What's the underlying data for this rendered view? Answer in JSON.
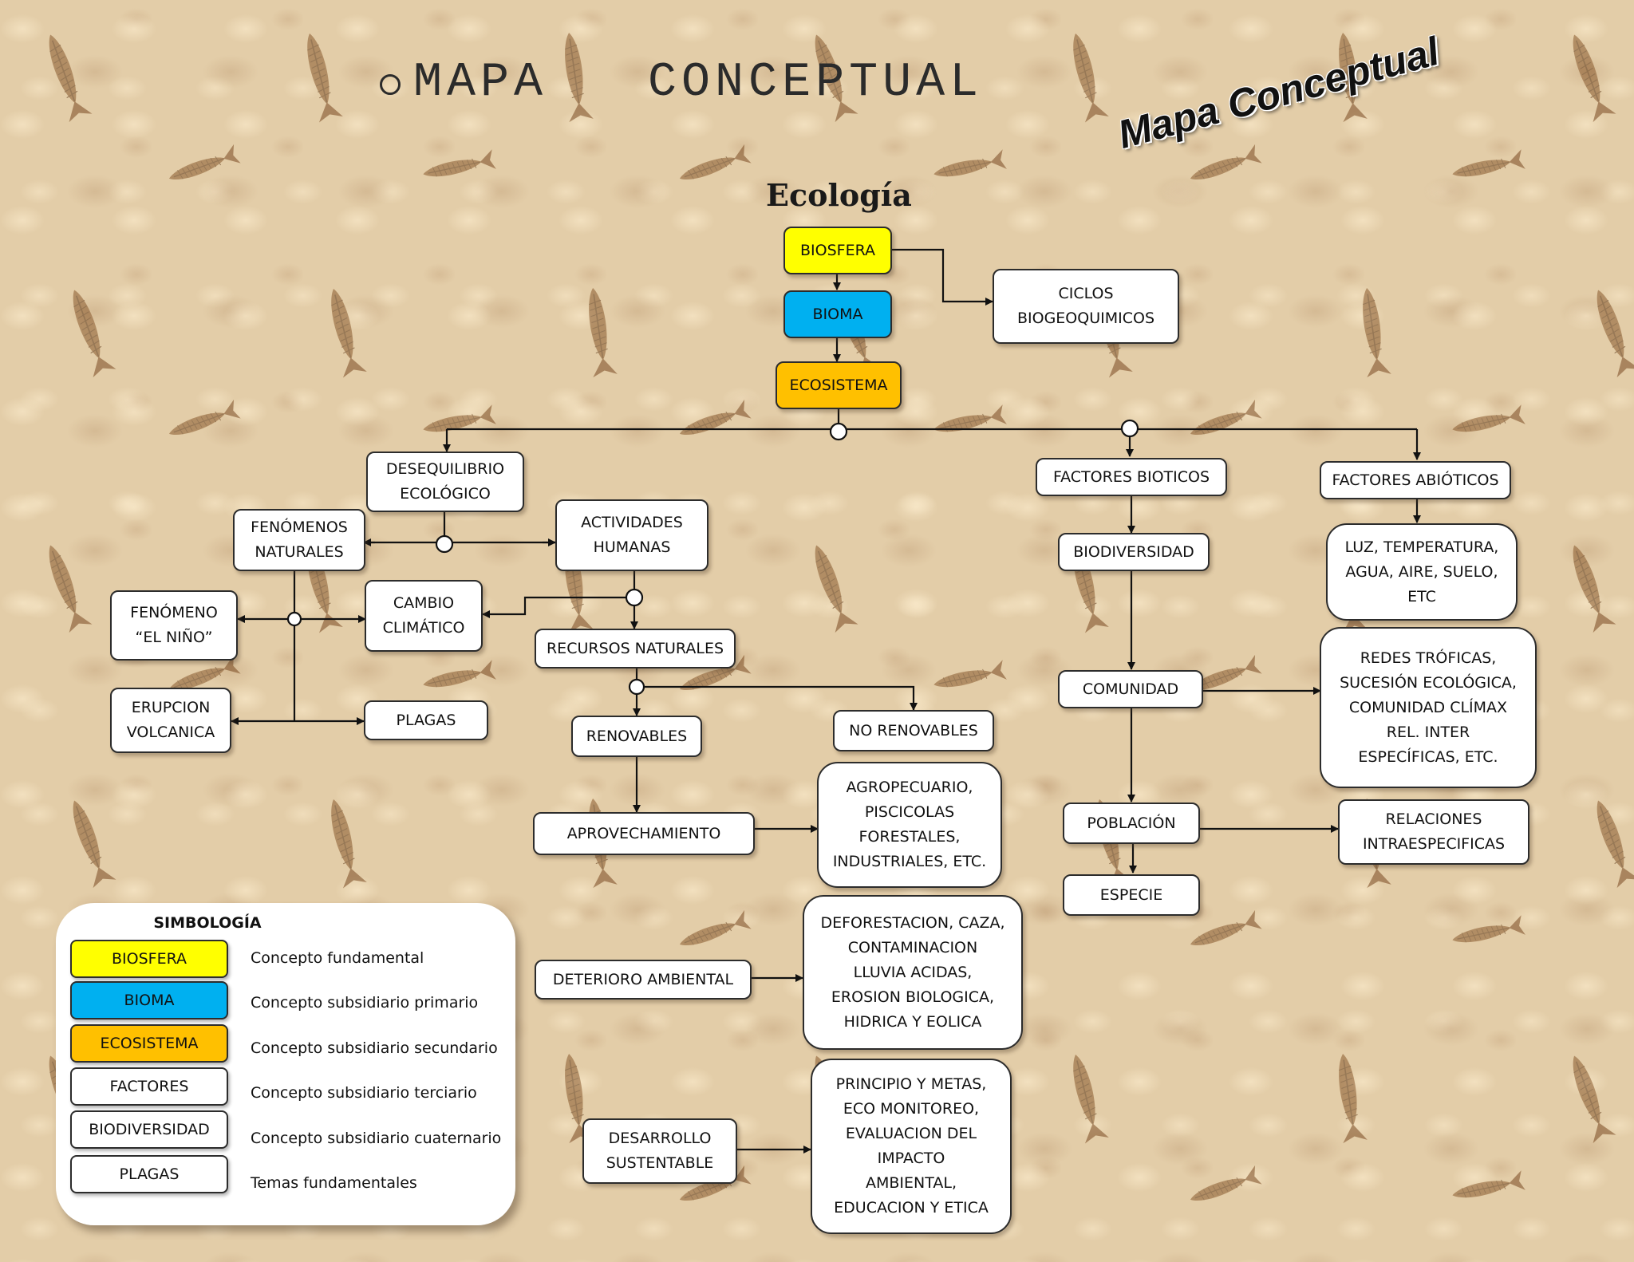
{
  "header": {
    "title": "MAPA   CONCEPTUAL",
    "wordart": "Mapa Conceptual",
    "subtitle": "Ecología"
  },
  "colors": {
    "fundamental": "#ffff00",
    "primario": "#00b0f0",
    "secundario": "#ffc000"
  },
  "nodes": {
    "biosfera": "BIOSFERA",
    "bioma": "BIOMA",
    "ecosistema": "ECOSISTEMA",
    "ciclos": "CICLOS\nBIOGEOQUIMICOS",
    "desequilibrio": "DESEQUILIBRIO\nECOLÓGICO",
    "fenomenos": "FENÓMENOS\nNATURALES",
    "actividades": "ACTIVIDADES\nHUMANAS",
    "nino": "FENÓMENO\n“EL NIÑO”",
    "cambio": "CAMBIO\nCLIMÁTICO",
    "recursos": "RECURSOS NATURALES",
    "erupcion": "ERUPCION\nVOLCANICA",
    "plagas": "PLAGAS",
    "renovables": "RENOVABLES",
    "no_renovables": "NO RENOVABLES",
    "aprovechamiento": "APROVECHAMIENTO",
    "agro": "AGROPECUARIO,\nPISCICOLAS\nFORESTALES,\nINDUSTRIALES, ETC.",
    "deterioro": "DETERIORO AMBIENTAL",
    "deforestacion": "DEFORESTACION, CAZA,\nCONTAMINACION\nLLUVIA ACIDAS,\nEROSION BIOLOGICA,\nHIDRICA Y EOLICA",
    "desarrollo": "DESARROLLO\nSUSTENTABLE",
    "principio": "PRINCIPIO Y METAS,\nECO MONITOREO,\nEVALUACION DEL\nIMPACTO\nAMBIENTAL,\nEDUCACION Y ETICA",
    "bioticos": "FACTORES BIOTICOS",
    "abioticos": "FACTORES ABIÓTICOS",
    "biodiversidad": "BIODIVERSIDAD",
    "luz": "LUZ, TEMPERATURA,\nAGUA, AIRE, SUELO,\nETC",
    "comunidad": "COMUNIDAD",
    "redes": "REDES TRÓFICAS,\nSUCESIÓN ECOLÓGICA,\nCOMUNIDAD CLÍMAX\nREL. INTER\nESPECÍFICAS, ETC.",
    "poblacion": "POBLACIÓN",
    "relaciones": "RELACIONES\nINTRAESPECIFICAS",
    "especie": "ESPECIE"
  },
  "legend": {
    "title": "SIMBOLOGÍA",
    "items": [
      {
        "label": "BIOSFERA",
        "desc": "Concepto fundamental"
      },
      {
        "label": "BIOMA",
        "desc": "Concepto subsidiario primario"
      },
      {
        "label": "ECOSISTEMA",
        "desc": "Concepto subsidiario secundario"
      },
      {
        "label": "FACTORES",
        "desc": "Concepto subsidiario terciario"
      },
      {
        "label": "BIODIVERSIDAD",
        "desc": "Concepto subsidiario cuaternario"
      },
      {
        "label": "PLAGAS",
        "desc": "Temas fundamentales"
      }
    ]
  }
}
